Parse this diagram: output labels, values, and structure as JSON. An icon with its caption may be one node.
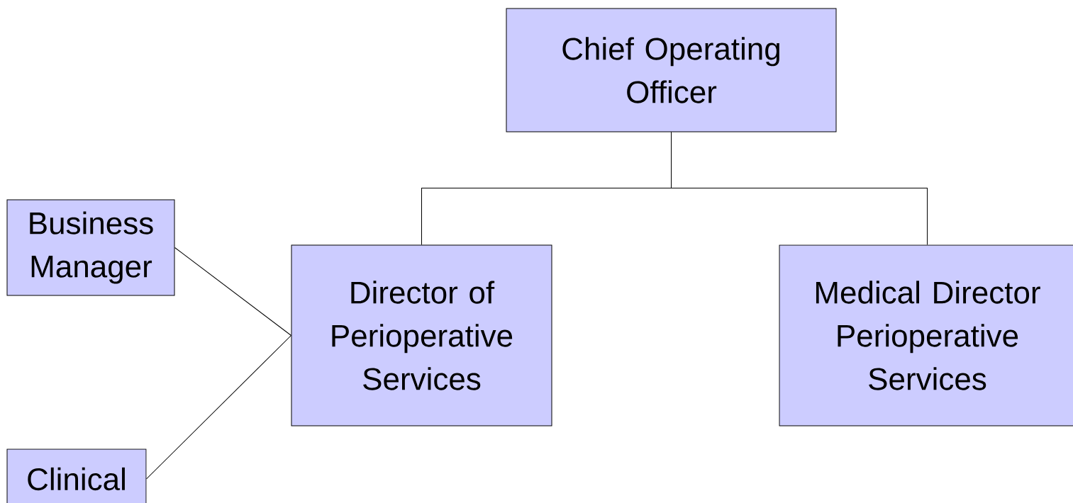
{
  "diagram": {
    "nodes": [
      {
        "text": [
          "Chief Operating Officer"
        ]
      },
      {
        "text": [
          "Business Manager"
        ]
      },
      {
        "text": [
          "Director of Perioperative Services"
        ]
      },
      {
        "text": [
          "Medical Director Perioperative Services"
        ]
      },
      {
        "text": [
          "Clinical"
        ]
      }
    ],
    "edges": [
      {
        "from": 0,
        "to": 2,
        "arrow": "none"
      },
      {
        "from": 0,
        "to": 3,
        "arrow": "none"
      },
      {
        "from": 1,
        "to": 2,
        "arrow": "none"
      },
      {
        "from": 4,
        "to": 2,
        "arrow": "none"
      }
    ]
  }
}
